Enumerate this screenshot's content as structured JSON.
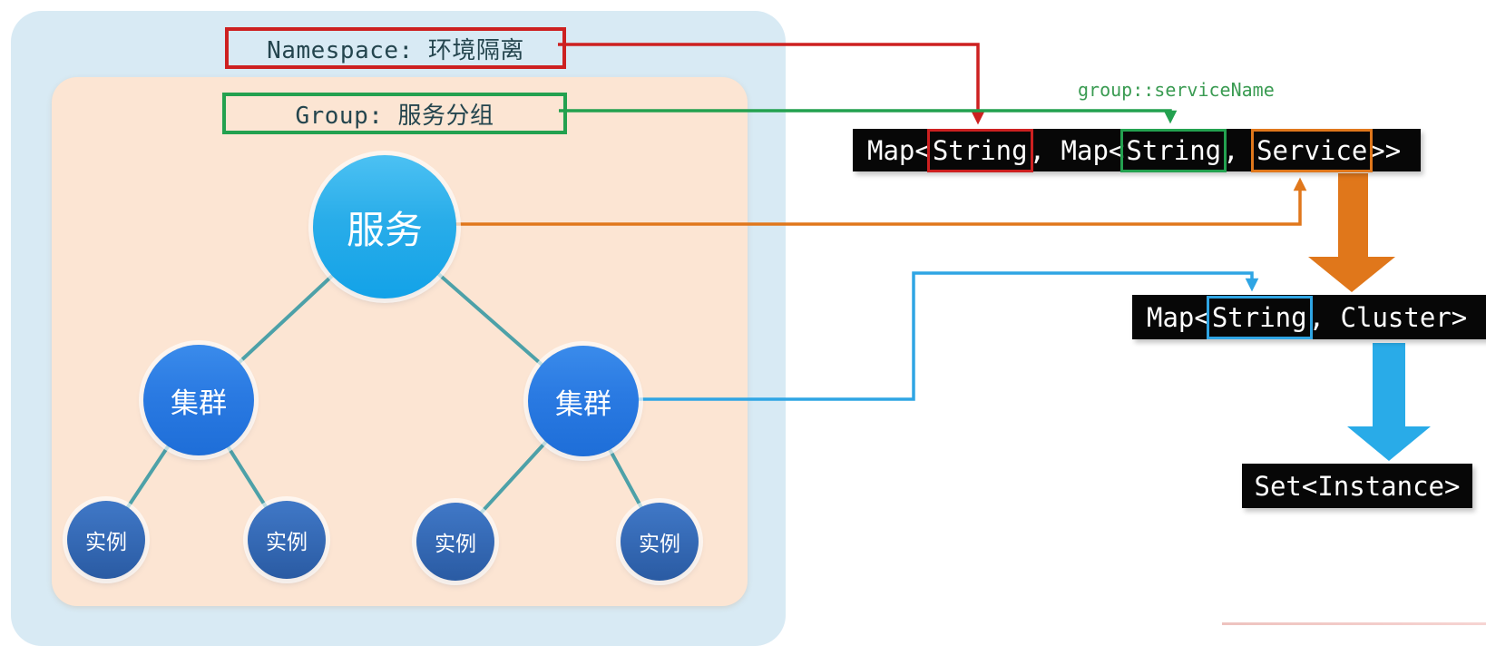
{
  "colors": {
    "red": "#cd2020",
    "green": "#23a14f",
    "green-text": "#3a9b52",
    "orange": "#e0771b",
    "blue": "#2fa5e4",
    "blue-arrow": "#29abe8",
    "teal-line": "#4da1a8",
    "outer-bg": "#d8eaf4",
    "inner-bg": "#fce5d3",
    "code-bg": "#070707",
    "code-text": "#ffffff",
    "label-text": "#24454e"
  },
  "labels": {
    "namespace": "Namespace: 环境隔离",
    "group": "Group: 服务分组",
    "annotation": "group::serviceName"
  },
  "tree": {
    "root": {
      "label": "服务"
    },
    "clusters": [
      {
        "label": "集群"
      },
      {
        "label": "集群"
      }
    ],
    "instances": [
      {
        "label": "实例"
      },
      {
        "label": "实例"
      },
      {
        "label": "实例"
      },
      {
        "label": "实例"
      }
    ]
  },
  "code": {
    "map1": {
      "prefix": "Map<",
      "key1": "String",
      "mid": ", Map<",
      "key2": "String",
      "sep": ", ",
      "value": "Service",
      "suffix": ">>"
    },
    "map2": {
      "prefix": "Map<",
      "key": "String",
      "suffix": ", Cluster>"
    },
    "set1": {
      "text": "Set<Instance>"
    }
  }
}
